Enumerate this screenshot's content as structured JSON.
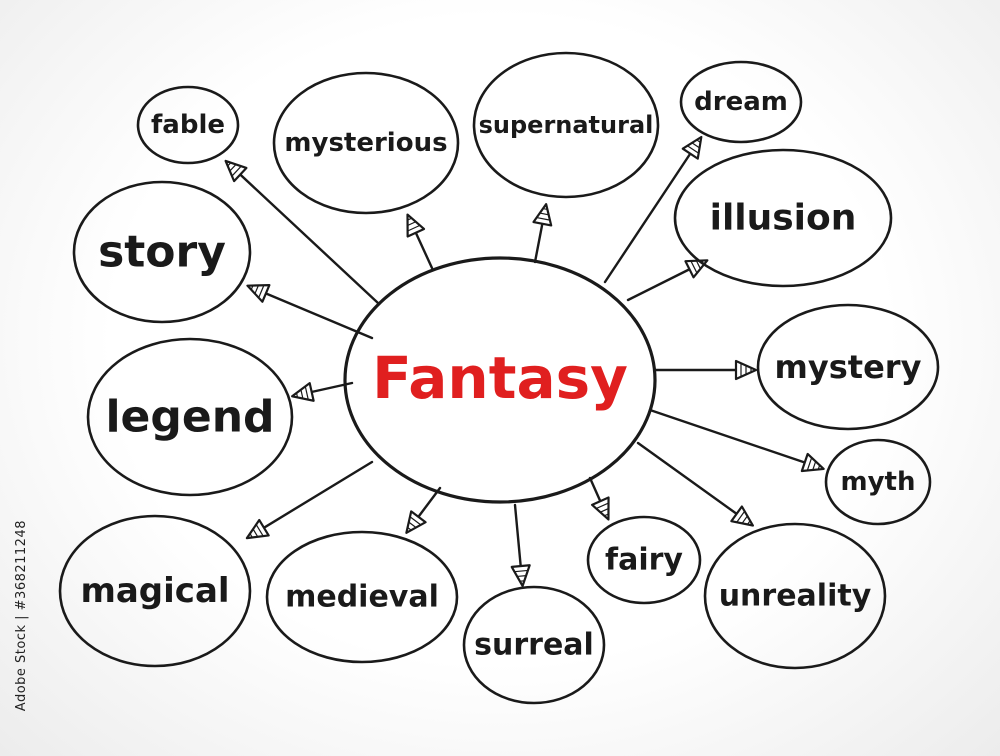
{
  "colors": {
    "center_text": "#e01f1f",
    "node_text": "#1a1a1a",
    "stroke": "#1a1a1a"
  },
  "center": {
    "label": "Fantasy"
  },
  "nodes": [
    {
      "id": "fable",
      "label": "fable"
    },
    {
      "id": "mysterious",
      "label": "mysterious"
    },
    {
      "id": "supernatural",
      "label": "supernatural"
    },
    {
      "id": "dream",
      "label": "dream"
    },
    {
      "id": "illusion",
      "label": "illusion"
    },
    {
      "id": "story",
      "label": "story"
    },
    {
      "id": "mystery",
      "label": "mystery"
    },
    {
      "id": "legend",
      "label": "legend"
    },
    {
      "id": "myth",
      "label": "myth"
    },
    {
      "id": "magical",
      "label": "magical"
    },
    {
      "id": "medieval",
      "label": "medieval"
    },
    {
      "id": "surreal",
      "label": "surreal"
    },
    {
      "id": "fairy",
      "label": "fairy"
    },
    {
      "id": "unreality",
      "label": "unreality"
    }
  ],
  "watermark": "Adobe Stock | #368211248"
}
